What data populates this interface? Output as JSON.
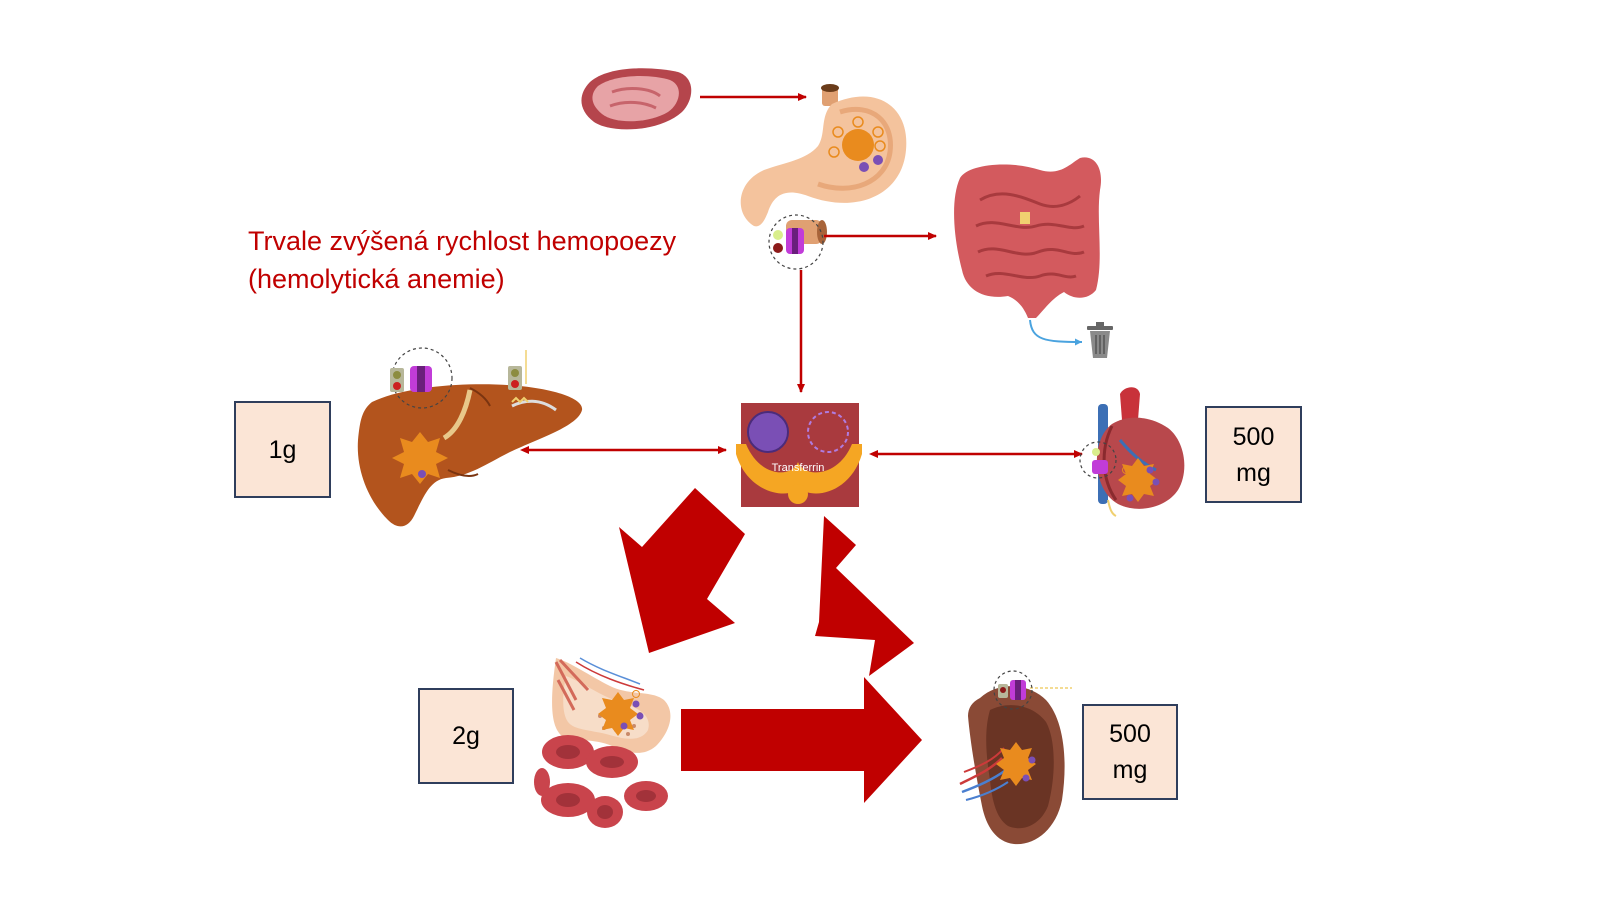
{
  "caption": {
    "line1": "Trvale zvýšená rychlost hemopoezy",
    "line2": "(hemolytická anemie)"
  },
  "pool": {
    "label": "Transferrin"
  },
  "amounts": {
    "liver": "1g",
    "heart": "500\nmg",
    "marrow": "2g",
    "spleen": "500\nmg"
  },
  "colors": {
    "flow_arrow": "#c00000",
    "amount_fill": "#fbe5d6",
    "amount_border": "#2f3e5c",
    "pool_fill": "#a93a3e",
    "transferrin": "#f5a623",
    "iron_store": "#e98b1e",
    "iron_ball": "#7a4fb5"
  },
  "icons": [
    "meat-icon",
    "stomach-icon",
    "intestine-icon",
    "trash-icon",
    "liver-icon",
    "heart-icon",
    "bone-marrow-icon",
    "red-blood-cell-icon",
    "spleen-icon",
    "ferroportin-icon"
  ]
}
